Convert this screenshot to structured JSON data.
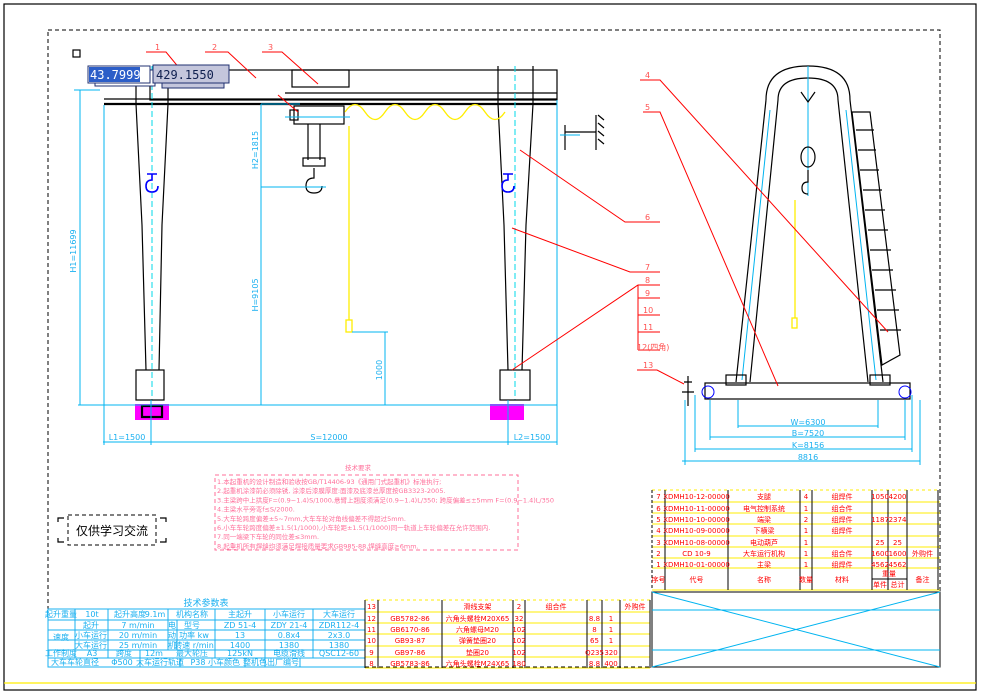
{
  "coords": {
    "x": "43.7999",
    "y": "429.1550"
  },
  "watermark": "仅供学习交流",
  "part_labels_front": [
    "1",
    "2",
    "3"
  ],
  "part_labels_side": [
    "4",
    "5",
    "6",
    "7",
    "8",
    "9",
    "10",
    "11",
    "12(四角)",
    "13"
  ],
  "dimensions": {
    "h1": "H1=11699",
    "h2": "H2=1815",
    "h": "H=9105",
    "hook_low": "1000",
    "l1": "L1=1500",
    "span": "S=12000",
    "l2": "L2=1500",
    "wheelbase": "W=6300",
    "b1": "B=7520",
    "b2": "K=8156",
    "total": "8816"
  },
  "tech_requirements": {
    "title": "技术要求",
    "lines": [
      "1.本起重机的设计制造和验收按GB/T14406-93《通用门式起重机》标准执行;",
      "2.起重机涂漆前必须除锈, 涂漆后漆膜厚度:面漆及底漆总厚度按GB3323-2005.",
      "3.主梁跨中上拱度F=(0.9~1.4)S/1000,悬臂上翘度须满足(0.9~1.4)L/350; 跨度偏差≤±5mm  F=(0.9~1.4)L/350",
      "4.主梁水平旁弯f≤S/2000.",
      "5.大车轮跨度偏差±5~7mm,大车车轮对角线偏差不得超过5mm.",
      "6.小车车轮跨度偏差±1.5(1/1000),小车轮距±1.5(1/1000)同一轨道上车轮偏差在允许范围内.",
      "7.同一端梁下车轮的同位差≤3mm.",
      "8.起重机所有焊缝均须满足焊接质量要求GB985-88,焊缝高度≥6mm."
    ]
  },
  "params_table": {
    "title": "技术参数表",
    "rows": [
      [
        "起升重量",
        "10t",
        "起升高度",
        "9.1m",
        "机构名称",
        "主起升",
        "小车运行",
        "大车运行"
      ],
      [
        "速度",
        "起升",
        "7 m/min",
        "电",
        "型号",
        "ZD 51-4",
        "ZDY 21-4",
        "ZDR112-4"
      ],
      [
        "小车运行",
        "20 m/min",
        "动",
        "功率  kw",
        "13",
        "0.8x4",
        "2x3.0"
      ],
      [
        "大车运行",
        "25 m/min",
        "机",
        "转速 r/min",
        "1400",
        "1380",
        "1380"
      ],
      [
        "工作制度",
        "A3",
        "跨度",
        "12m",
        "最大轮压",
        "125kN",
        "电缆滑线",
        "QSC12-60"
      ],
      [
        "大车车轮直径",
        "Φ500",
        "大车运行轨道",
        "P38",
        "小车颜色",
        "整机色",
        "出厂编号"
      ]
    ]
  },
  "bom_upper": {
    "rows": [
      [
        "7",
        "XDMH10-12-00000",
        "支腿",
        "4",
        "组焊件",
        "1050",
        "4200",
        ""
      ],
      [
        "6",
        "XDMH10-11-00000",
        "电气控制系统",
        "1",
        "组合件",
        "",
        "",
        ""
      ],
      [
        "5",
        "XDMH10-10-00000",
        "端梁",
        "2",
        "组焊件",
        "1187",
        "2374",
        ""
      ],
      [
        "4",
        "XDMH10-09-00000",
        "下横梁",
        "1",
        "组焊件",
        "",
        "",
        ""
      ],
      [
        "3",
        "XDMH10-08-00000",
        "电动葫芦",
        "1",
        "",
        "25",
        "25",
        ""
      ],
      [
        "2",
        "CD 10-9",
        "大车运行机构",
        "1",
        "组合件",
        "1600",
        "1600",
        "外购件"
      ],
      [
        "1",
        "XDMH10-01-00000",
        "主梁",
        "1",
        "组焊件",
        "4562",
        "4562",
        ""
      ]
    ],
    "header": [
      "序号",
      "代号",
      "名称",
      "数量",
      "材料",
      "单件",
      "总计",
      "备注"
    ],
    "header_sub": "重量"
  },
  "bom_lower": {
    "rows": [
      [
        "13",
        "",
        "滑线支架",
        "2",
        "组合件",
        "",
        "",
        "外购件"
      ],
      [
        "12",
        "GB5782-86",
        "六角头螺栓M20X65",
        "32",
        "",
        "8.8",
        "1",
        ""
      ],
      [
        "11",
        "GB6170-86",
        "六角螺母M20",
        "102",
        "",
        "8",
        "1",
        ""
      ],
      [
        "10",
        "GB93-87",
        "弹簧垫圈20",
        "102",
        "",
        "65",
        "1",
        ""
      ],
      [
        "9",
        "GB97-86",
        "垫圈20",
        "102",
        "",
        "Q235",
        "320",
        ""
      ],
      [
        "8",
        "GB5783-86",
        "六角头螺栓M24X65",
        "180",
        "",
        "8.8",
        "400",
        ""
      ]
    ]
  },
  "colors": {
    "outline": "#000000",
    "dimension": "#00b4f0",
    "leader": "#ff0000",
    "table_line": "#ffee00",
    "rail": "#ff00ff",
    "hook": "#0000ff"
  }
}
